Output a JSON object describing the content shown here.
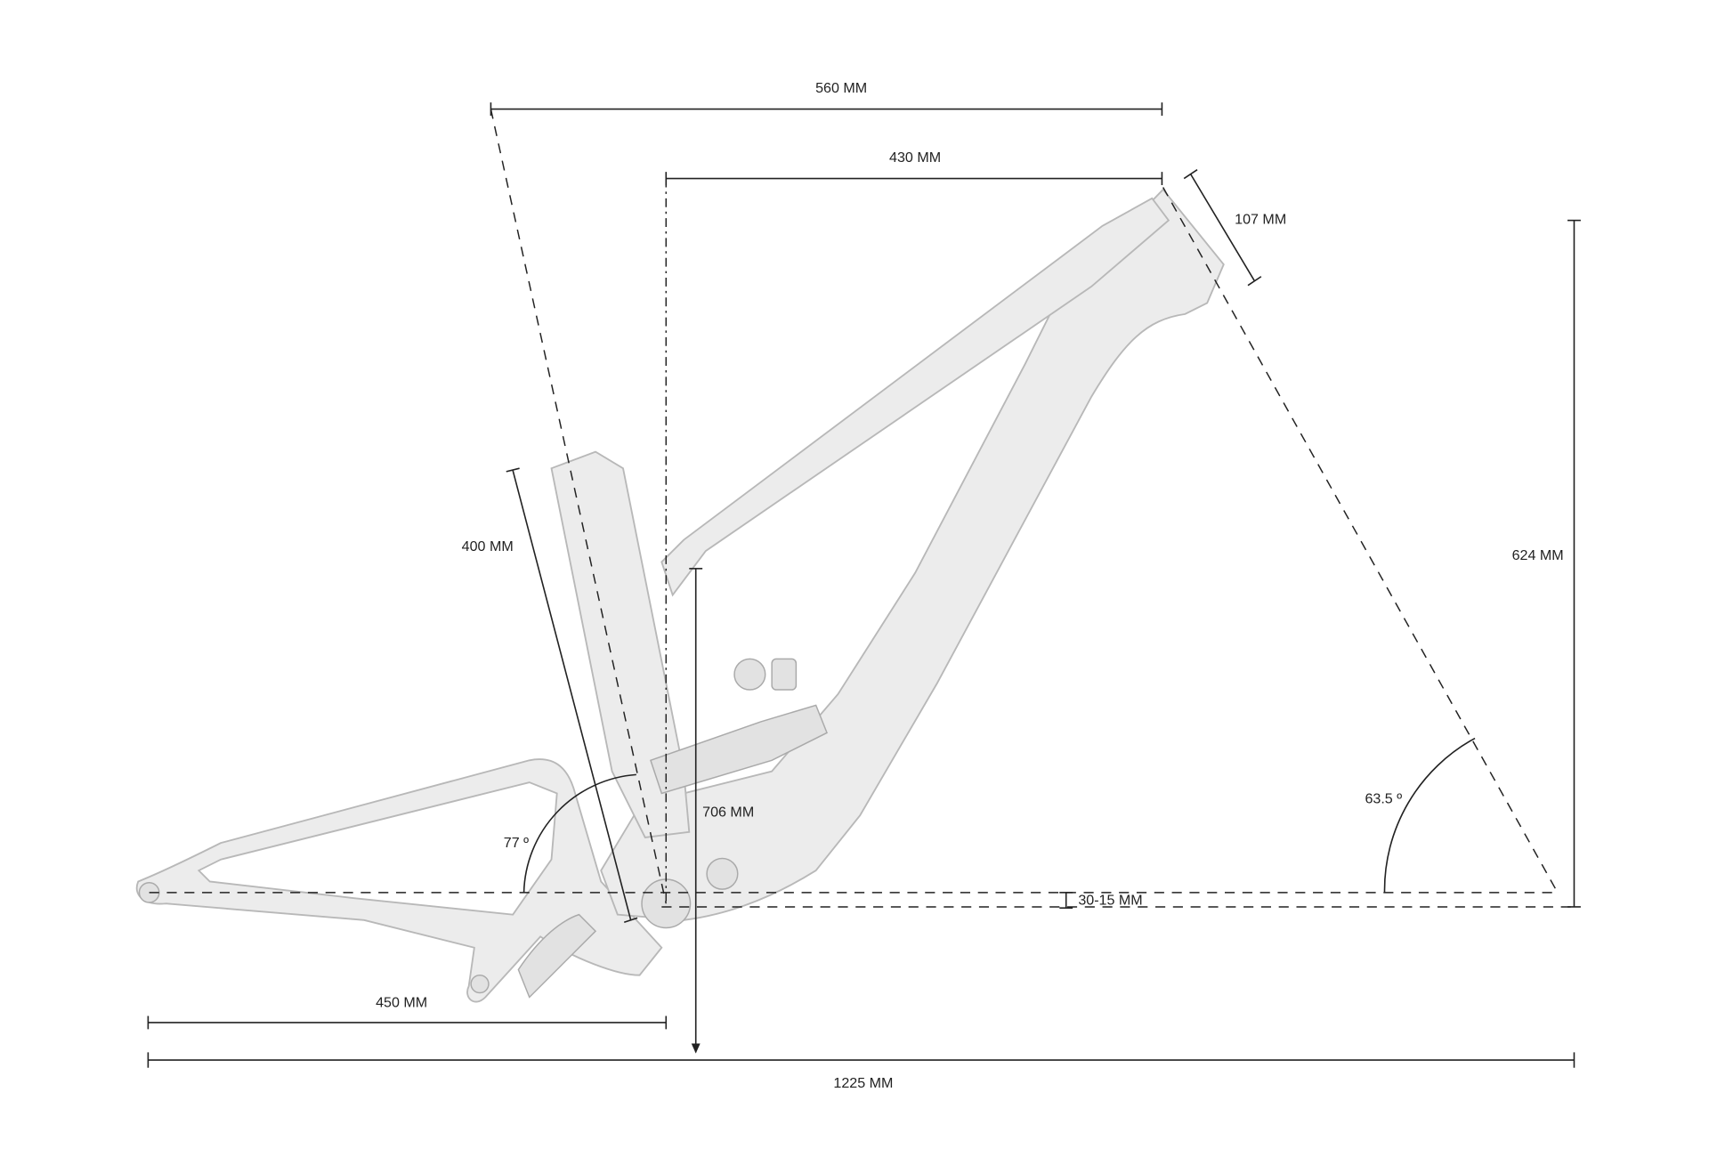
{
  "dimensions": {
    "reach_top": "560 MM",
    "reach": "430 MM",
    "head_tube": "107 MM",
    "stack": "624 MM",
    "seat_tube": "400 MM",
    "standover": "706 MM",
    "bb_drop": "30-15 MM",
    "chainstay": "450 MM",
    "wheelbase": "1225 MM",
    "seat_angle": "77 º",
    "head_angle": "63.5 º"
  }
}
